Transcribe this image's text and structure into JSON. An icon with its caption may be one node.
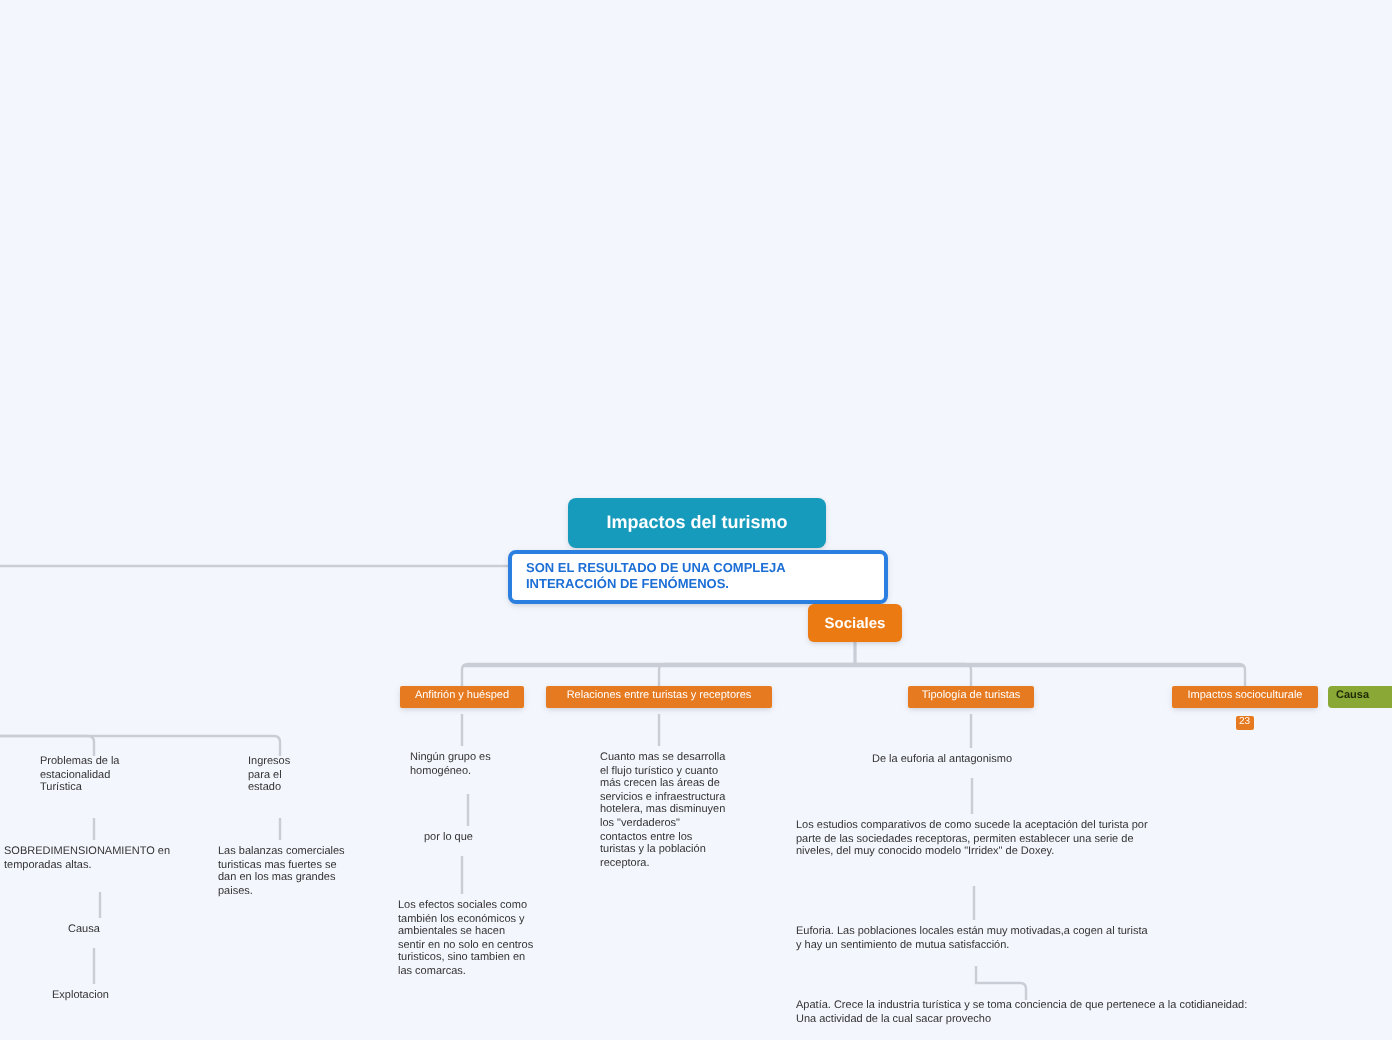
{
  "diagram": {
    "nodes": [
      {
        "text": [
          "Impactos del turismo"
        ]
      },
      {
        "text": [
          "SON EL RESULTADO DE UNA COMPLEJA INTERACCIÓN DE FENÓMENOS."
        ]
      },
      {
        "text": [
          "Sociales"
        ]
      },
      {
        "text": [
          "Anfitrión y huésped"
        ]
      },
      {
        "text": [
          "Relaciones entre turistas y receptores"
        ]
      },
      {
        "text": [
          "Tipología de turistas"
        ]
      },
      {
        "text": [
          "Impactos socioculturale"
        ],
        "beside": [
          "23"
        ]
      },
      {
        "text": [
          "Causa"
        ]
      },
      {
        "text": [
          "Problemas de la estacionalidad Turística"
        ]
      },
      {
        "text": [
          "Ingresos para el estado"
        ]
      },
      {
        "text": [
          "SOBREDIMENSIONAMIENTO en temporadas altas."
        ]
      },
      {
        "text": [
          "Causa"
        ]
      },
      {
        "text": [
          "Explotacion"
        ]
      },
      {
        "text": [
          "Las balanzas comerciales turisticas mas fuertes se dan en los mas grandes paises."
        ]
      },
      {
        "text": [
          "Ningún grupo es homogéneo."
        ]
      },
      {
        "text": [
          "por lo que"
        ]
      },
      {
        "text": [
          "Los efectos sociales como también los económicos y ambientales se hacen sentir en no solo en centros turisticos, sino tambien en las comarcas."
        ]
      },
      {
        "text": [
          "Cuanto mas se desarrolla el flujo turístico y cuanto más crecen las áreas de servicios e infraestructura hotelera, mas disminuyen los \"verdaderos\" contactos entre los turistas y la población receptora."
        ]
      },
      {
        "text": [
          "De la euforia al antagonismo"
        ]
      },
      {
        "text": [
          "Los estudios comparativos de como sucede la aceptación del turista por parte de las sociedades receptoras, permiten establecer una serie de niveles, del muy conocido modelo \"Irridex\" de Doxey."
        ]
      },
      {
        "text": [
          "Euforia. Las poblaciones locales están muy motivadas,a cogen al turista y hay un sentimiento de mutua satisfacción."
        ]
      },
      {
        "text": [
          "Apatía. Crece la industria turística y se toma conciencia de que pertenece a la cotidianeidad: Una actividad de la cual sacar provecho"
        ]
      }
    ],
    "edges": [
      {
        "from": 1,
        "to": null,
        "arrow": "none"
      },
      {
        "from": 2,
        "to": 3,
        "arrow": "none"
      },
      {
        "from": 2,
        "to": 4,
        "arrow": "none"
      },
      {
        "from": 2,
        "to": 5,
        "arrow": "none"
      },
      {
        "from": 2,
        "to": 6,
        "arrow": "none"
      },
      {
        "from": null,
        "to": 8,
        "arrow": "none"
      },
      {
        "from": null,
        "to": 9,
        "arrow": "none"
      },
      {
        "from": 8,
        "to": 10,
        "arrow": "none"
      },
      {
        "from": 10,
        "to": 11,
        "arrow": "none"
      },
      {
        "from": 11,
        "to": 12,
        "arrow": "none"
      },
      {
        "from": 9,
        "to": 13,
        "arrow": "none"
      },
      {
        "from": 3,
        "to": 14,
        "arrow": "none"
      },
      {
        "from": 14,
        "to": 15,
        "arrow": "none"
      },
      {
        "from": 15,
        "to": 16,
        "arrow": "none"
      },
      {
        "from": 4,
        "to": 17,
        "arrow": "none"
      },
      {
        "from": 5,
        "to": 18,
        "arrow": "none"
      },
      {
        "from": 18,
        "to": 19,
        "arrow": "none"
      },
      {
        "from": 19,
        "to": 20,
        "arrow": "none"
      },
      {
        "from": 20,
        "to": 21,
        "arrow": "none"
      }
    ]
  }
}
